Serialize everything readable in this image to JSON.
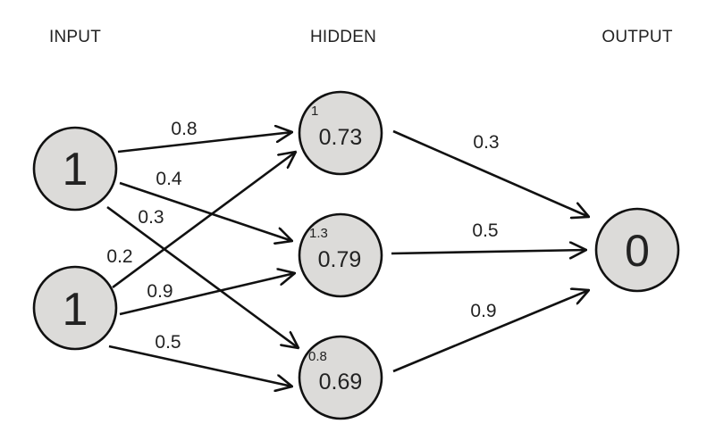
{
  "layers": {
    "input_label": "INPUT",
    "hidden_label": "HIDDEN",
    "output_label": "OUTPUT"
  },
  "nodes": {
    "input_1": {
      "value": "1"
    },
    "input_2": {
      "value": "1"
    },
    "hidden_1": {
      "sum": "1",
      "value": "0.73"
    },
    "hidden_2": {
      "sum": "1.3",
      "value": "0.79"
    },
    "hidden_3": {
      "sum": "0.8",
      "value": "0.69"
    },
    "output_1": {
      "value": "0"
    }
  },
  "weights": {
    "input1_hidden1": "0.8",
    "input1_hidden2": "0.4",
    "input1_hidden3": "0.3",
    "input2_hidden1": "0.2",
    "input2_hidden2": "0.9",
    "input2_hidden3": "0.5",
    "hidden1_output": "0.3",
    "hidden2_output": "0.5",
    "hidden3_output": "0.9"
  },
  "colors": {
    "node_fill": "#dcdbd9",
    "stroke": "#111111",
    "text": "#222222"
  }
}
